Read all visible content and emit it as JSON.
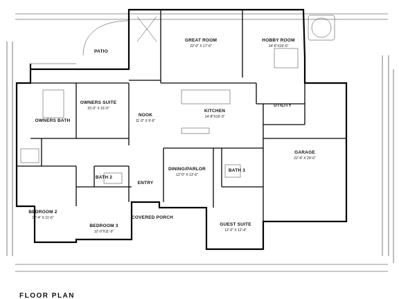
{
  "title": "FLOOR PLAN",
  "rooms": [
    {
      "key": "patio",
      "name": "PATIO",
      "dim": ""
    },
    {
      "key": "great_room",
      "name": "GREAT ROOM",
      "dim": "22'-0\" X 17'-6\""
    },
    {
      "key": "hobby_room",
      "name": "HOBBY ROOM",
      "dim": "14'-6\"X16'-6\""
    },
    {
      "key": "owners_suite",
      "name": "OWNERS SUITE",
      "dim": "15'-0\" X 16'-0\""
    },
    {
      "key": "owners_bath",
      "name": "OWNERS BATH",
      "dim": ""
    },
    {
      "key": "nook",
      "name": "NOOK",
      "dim": "11'-0\" X 9'-6\""
    },
    {
      "key": "kitchen",
      "name": "KITCHEN",
      "dim": "14'-8\"X16'-0\""
    },
    {
      "key": "utility",
      "name": "UTILITY",
      "dim": ""
    },
    {
      "key": "garage",
      "name": "GARAGE",
      "dim": "22'-4\" X 29'-0\""
    },
    {
      "key": "dining_parlor",
      "name": "DINING/PARLOR",
      "dim": "12'-0\" X 13'-6\""
    },
    {
      "key": "bath3",
      "name": "BATH 3",
      "dim": ""
    },
    {
      "key": "bath2",
      "name": "BATH 2",
      "dim": ""
    },
    {
      "key": "entry",
      "name": "ENTRY",
      "dim": ""
    },
    {
      "key": "bedroom2",
      "name": "BEDROOM 2",
      "dim": "12'-4\" X 11'-6\""
    },
    {
      "key": "bedroom3",
      "name": "BEDROOM 3",
      "dim": "12'-0\"X11'-0\""
    },
    {
      "key": "covered_porch",
      "name": "COVERED PORCH",
      "dim": ""
    },
    {
      "key": "guest_suite",
      "name": "GUEST SUITE",
      "dim": "12'-0\" X 12'-4\""
    }
  ]
}
